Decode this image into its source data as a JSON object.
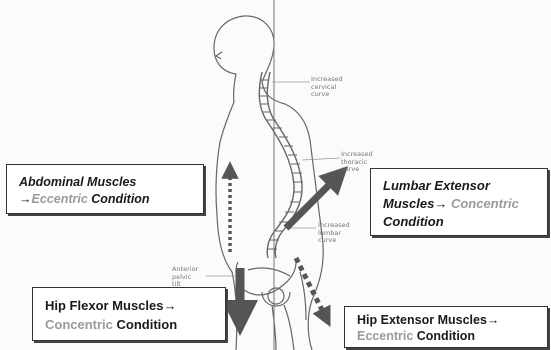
{
  "annotations": {
    "cervical": [
      "Increased",
      "cervical",
      "curve"
    ],
    "thoracic": [
      "Increased",
      "thoracic",
      "curve"
    ],
    "lumbar": [
      "Increased",
      "lumbar",
      "curve"
    ],
    "pelvic": [
      "Anterior",
      "pelvic",
      "tilt"
    ]
  },
  "labels": {
    "abdominal": {
      "line1": "Abdominal Muscles",
      "arrow": "→",
      "state": "Eccentric",
      "tail": " Condition"
    },
    "lumbar_ext": {
      "line1": "Lumbar Extensor",
      "line2": "Muscles",
      "arrow": "→ ",
      "state": "Concentric",
      "tail": "Condition"
    },
    "hip_flexor": {
      "line1": "Hip Flexor Muscles",
      "arrow": "→",
      "state": "Concentric",
      "tail": " Condition"
    },
    "hip_extensor": {
      "line1": "Hip Extensor Muscles",
      "arrow": "→",
      "state": "Eccentric",
      "tail": " Condition"
    }
  },
  "colors": {
    "arrow": "#555555",
    "outline": "#555555",
    "text_muted": "#9a9a9a"
  }
}
